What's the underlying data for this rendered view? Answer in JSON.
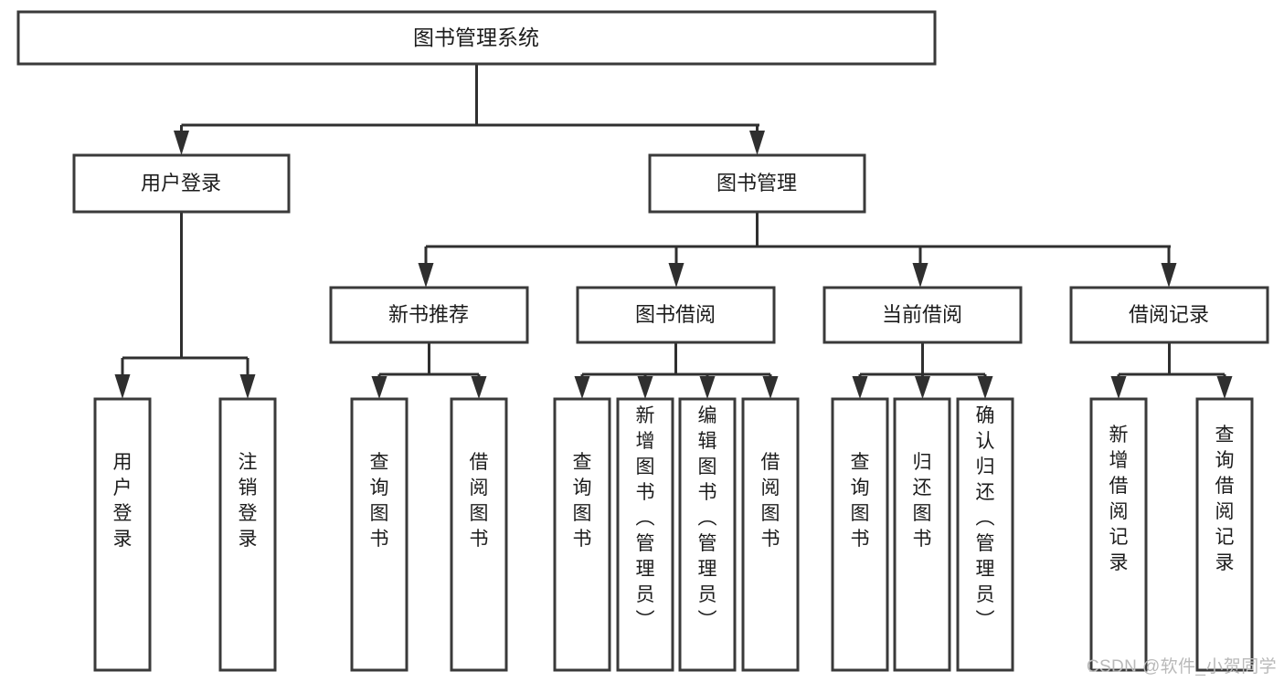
{
  "diagram": {
    "type": "tree",
    "title": "图书管理系统",
    "orientation": "top-down",
    "colors": {
      "box_stroke": "#3a3a3a",
      "box_fill": "#ffffff",
      "edge": "#2f2f2f",
      "text": "#1c1c1c",
      "background": "#ffffff",
      "watermark": "#b9b9b9"
    }
  },
  "root": {
    "label": "图书管理系统"
  },
  "level2": [
    {
      "label": "用户登录"
    },
    {
      "label": "图书管理"
    }
  ],
  "level3": [
    {
      "label": "新书推荐"
    },
    {
      "label": "图书借阅"
    },
    {
      "label": "当前借阅"
    },
    {
      "label": "借阅记录"
    }
  ],
  "leaves": {
    "user_login": [
      {
        "label": "用户登录"
      },
      {
        "label": "注销登录"
      }
    ],
    "new_book_recommend": [
      {
        "label": "查询图书"
      },
      {
        "label": "借阅图书"
      }
    ],
    "book_borrow": [
      {
        "label": "查询图书"
      },
      {
        "label": "新增图书（管理员）"
      },
      {
        "label": "编辑图书（管理员）"
      },
      {
        "label": "借阅图书"
      }
    ],
    "current_borrow": [
      {
        "label": "查询图书"
      },
      {
        "label": "归还图书"
      },
      {
        "label": "确认归还（管理员）"
      }
    ],
    "borrow_record": [
      {
        "label": "新增借阅记录"
      },
      {
        "label": "查询借阅记录"
      }
    ]
  },
  "watermark": {
    "text": "CSDN @软件_小贺同学"
  }
}
